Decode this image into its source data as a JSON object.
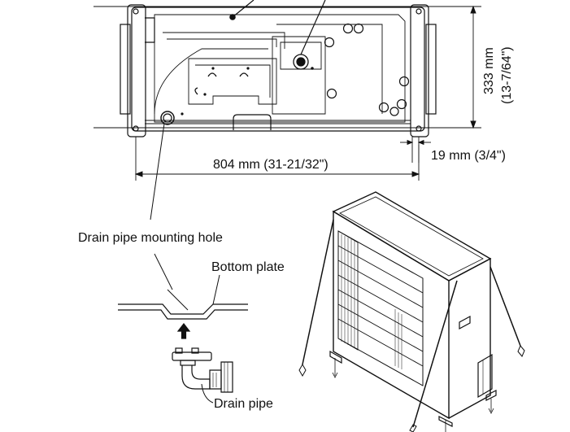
{
  "labels": {
    "width_dim": "804 mm (31-21/32\")",
    "height_dim_mm": "333 mm",
    "height_dim_in": "(13-7/64\")",
    "offset_dim": "19 mm (3/4\")",
    "drain_hole": "Drain pipe mounting hole",
    "bottom_plate": "Bottom plate",
    "drain_pipe": "Drain pipe"
  },
  "colors": {
    "line": "#111111",
    "fill": "#ffffff"
  }
}
